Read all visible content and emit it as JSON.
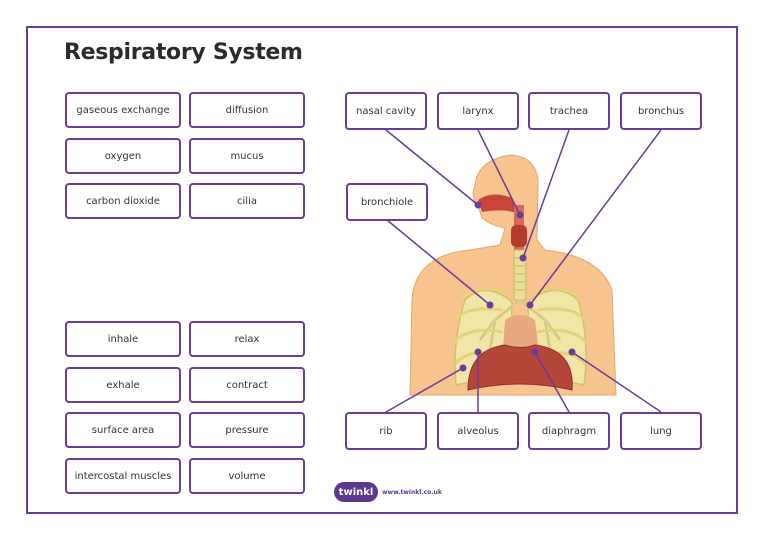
{
  "title": "Respiratory System",
  "word_bank": {
    "top": [
      "gaseous exchange",
      "diffusion",
      "oxygen",
      "mucus",
      "carbon dioxide",
      "cilia"
    ],
    "bottom": [
      "inhale",
      "relax",
      "exhale",
      "contract",
      "surface area",
      "pressure",
      "intercostal muscles",
      "volume"
    ]
  },
  "diagram_labels": {
    "nasal_cavity": "nasal cavity",
    "larynx": "larynx",
    "trachea": "trachea",
    "bronchus": "bronchus",
    "bronchiole": "bronchiole",
    "rib": "rib",
    "alveolus": "alveolus",
    "diaphragm": "diaphragm",
    "lung": "lung"
  },
  "footer": {
    "logo": "twinkl",
    "url": "www.twinkl.co.uk"
  },
  "colors": {
    "accent": "#6a3d9a",
    "skin": "#f7c48f",
    "lung": "#f2e6a6",
    "diaphragm": "#b5473a"
  }
}
